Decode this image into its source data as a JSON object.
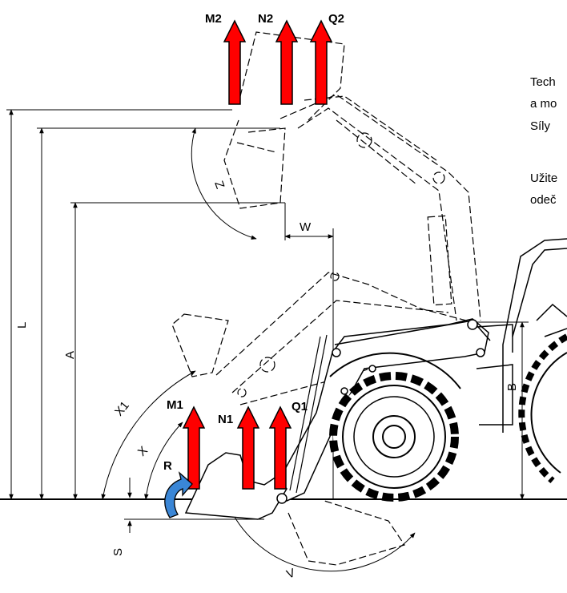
{
  "arrows": {
    "m2": "M2",
    "n2": "N2",
    "q2": "Q2",
    "m1": "M1",
    "n1": "N1",
    "q1": "Q1",
    "r": "R"
  },
  "dimensions": {
    "l": "L",
    "a": "A",
    "w": "W",
    "z": "Z",
    "x": "X",
    "x1": "X1",
    "s": "S",
    "v": "V",
    "b": "B"
  },
  "side_text": {
    "line1": "Tech",
    "line2": "a mo",
    "line3": "Síly",
    "line4": "Užite",
    "line5": "odeč"
  },
  "colors": {
    "force_arrow": "#ff0000",
    "rotation_arrow": "#3a86d6",
    "line": "#000000"
  }
}
